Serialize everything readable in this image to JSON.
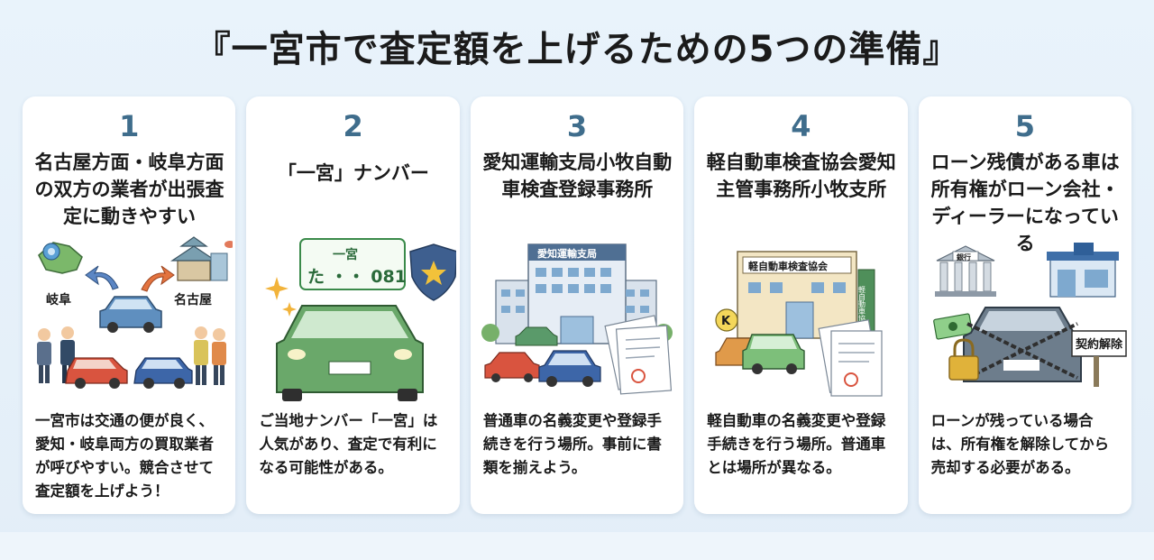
{
  "title": "『一宮市で査定額を上げるための5つの準備』",
  "cards": [
    {
      "number": "1",
      "heading": "名古屋方面・岐阜方面の双方の業者が出張査定に動きやすい",
      "labels": [
        "岐阜",
        "名古屋"
      ],
      "body": "一宮市は交通の便が良く、愛知・岐阜両方の買取業者が呼びやすい。競合させて査定額を上げよう！"
    },
    {
      "number": "2",
      "heading": "「一宮」ナンバー",
      "plate_top": "一宮",
      "plate_bottom": "た ・・ 081",
      "body": "ご当地ナンバー「一宮」は人気があり、査定で有利になる可能性がある。"
    },
    {
      "number": "3",
      "heading": "愛知運輸支局小牧自動車検査登録事務所",
      "sign": "愛知運輸支局",
      "body": "普通車の名義変更や登録手続きを行う場所。事前に書類を揃えよう。"
    },
    {
      "number": "4",
      "heading": "軽自動車検査協会愛知主管事務所小牧支所",
      "sign": "軽自動車検査協会",
      "side_sign": "軽自動車協",
      "badge": "K",
      "body": "軽自動車の名義変更や登録手続きを行う場所。普通車とは場所が異なる。"
    },
    {
      "number": "5",
      "heading": "ローン残債がある車は所有権がローン会社・ディーラーになっている",
      "bank": "銀行",
      "tag": "契約解除",
      "body": "ローンが残っている場合は、所有権を解除してから売却する必要がある。"
    }
  ],
  "colors": {
    "number": "#3f6d8c",
    "background": "#e7f1fa",
    "car_green": "#6aa86a",
    "car_blue": "#4a78a8",
    "car_red": "#d9543f"
  }
}
